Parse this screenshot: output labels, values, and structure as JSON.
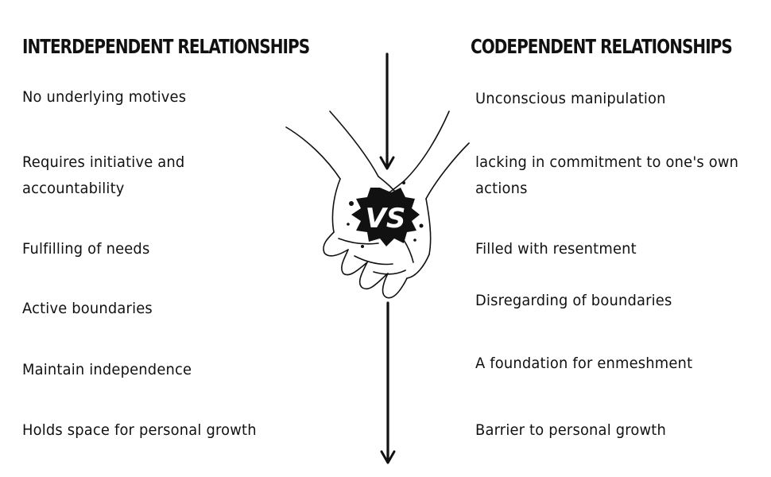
{
  "left_column": {
    "heading": "INTERDEPENDENT RELATIONSHIPS",
    "items": [
      "No underlying motives",
      "Requires initiative and",
      "accountability",
      "Fulfilling of needs",
      "Active boundaries",
      "Maintain independence",
      "Holds space for personal growth"
    ]
  },
  "right_column": {
    "heading": "CODEPENDENT RELATIONSHIPS",
    "items": [
      "Unconscious manipulation",
      "lacking in commitment to one's own",
      "actions",
      "Filled with resentment",
      "Disregarding of boundaries",
      "A foundation for enmeshment",
      "Barrier to personal growth"
    ]
  },
  "center": {
    "badge": "VS",
    "icon": "holding-hands-icon"
  },
  "colors": {
    "ink": "#111111",
    "background": "#ffffff"
  }
}
